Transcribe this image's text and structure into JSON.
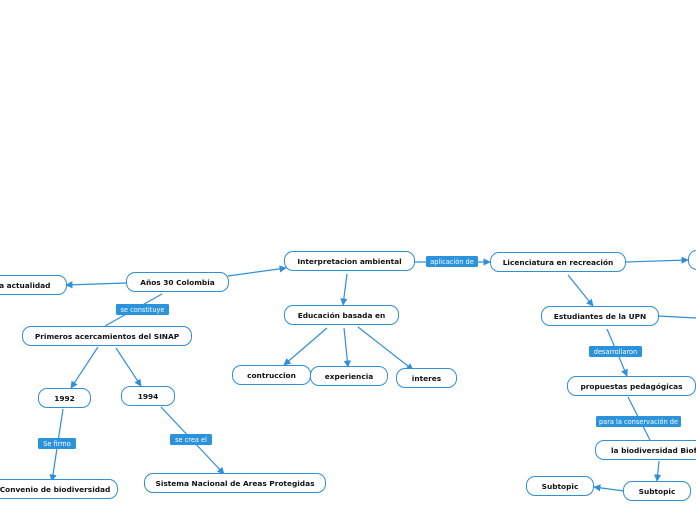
{
  "colors": {
    "accent": "#2f8fd8",
    "label_fill": "#2a93dc",
    "text": "#111111",
    "background": "#ffffff"
  },
  "nodes": {
    "actualidad": "la actualidad",
    "anos30": "Años 30 Colombia",
    "interpretacion": "Interpretacion ambiental",
    "licenciatura": "Licenciatura en recreación",
    "acercamientos": "Primeros acercamientos del SINAP",
    "educacion": "Educación basada en",
    "estudiantes": "Estudiantes de la UPN",
    "y1992": "1992",
    "y1994": "1994",
    "contruccion": "contruccion",
    "experiencia": "experiencia",
    "interes": "interes",
    "propuestas": "propuestas pedagógicas",
    "biodiversidad": "la biodiversidad Biofísica",
    "convenio": "Convenio de biodiversidad",
    "sinap": "Sistema Nacional de Areas Protegidas",
    "subtopic_left": "Subtopic",
    "subtopic_right": "Subtopic"
  },
  "labels": {
    "se_constituye": "se constituye",
    "aplicacion_de": "aplicación de",
    "desarrollaron": "desarrollaron",
    "para_conservacion": "para la conservación de",
    "se_firmo": "Se firmo",
    "se_crea_el": "se crea el"
  }
}
